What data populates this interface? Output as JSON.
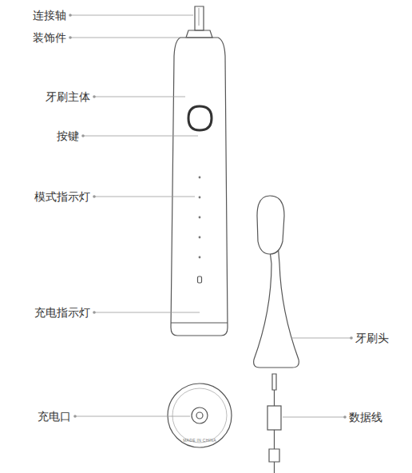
{
  "diagram": {
    "labels": [
      "连接轴",
      "装饰件",
      "牙刷主体",
      "按键",
      "模式指示灯",
      "充电指示灯",
      "牙刷头",
      "充电口",
      "数据线",
      "MADE IN CHINA"
    ]
  }
}
